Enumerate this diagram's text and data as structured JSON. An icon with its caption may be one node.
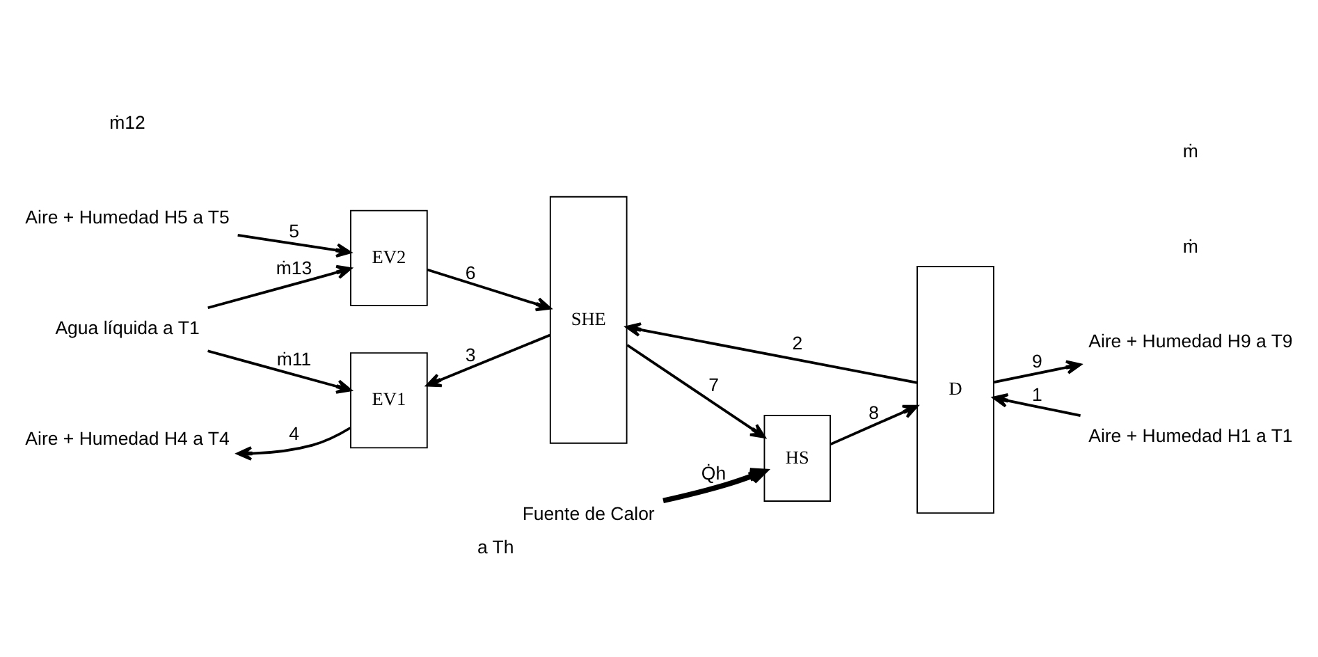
{
  "diagram": {
    "nodes": [
      {
        "text": [
          "Aire + Humedad H5 a T5"
        ]
      },
      {
        "text": [
          "EV2"
        ]
      },
      {
        "text": [
          "SHE"
        ]
      },
      {
        "text": [
          "HS"
        ]
      },
      {
        "text": [
          "D"
        ]
      },
      {
        "text": [
          "Aire + Humedad H9 a T9"
        ]
      },
      {
        "text": [
          "Aire + Humedad H1 a T1"
        ]
      },
      {
        "text": [
          "EV1"
        ]
      },
      {
        "text": [
          "Aire + Humedad H4 a T4"
        ]
      },
      {
        "text": [
          "Agua líquida a T1"
        ]
      },
      {
        "text": [
          "Fuente de Calor"
        ],
        "beside": [
          "a Th"
        ]
      }
    ],
    "edges": [
      {
        "from": 0,
        "to": 1,
        "arrow": "to",
        "label": "5"
      },
      {
        "from": 9,
        "to": 1,
        "arrow": "to",
        "label": "ṁ13"
      },
      {
        "from": 1,
        "to": 2,
        "arrow": "to",
        "label": "6"
      },
      {
        "from": 9,
        "to": 7,
        "arrow": "to",
        "label": "ṁ11"
      },
      {
        "from": 2,
        "to": 3,
        "arrow": "to",
        "label": "7"
      },
      {
        "from": 10,
        "to": 3,
        "arrow": "to",
        "label": "Q̇h",
        "style": "thick"
      },
      {
        "from": 3,
        "to": 4,
        "arrow": "to",
        "label": "8"
      },
      {
        "from": 4,
        "to": 5,
        "arrow": "to",
        "label": "9"
      },
      {
        "from": 6,
        "to": 4,
        "arrow": "to",
        "label": "1"
      },
      {
        "from": 4,
        "to": 2,
        "arrow": "to",
        "label": "2"
      },
      {
        "from": 2,
        "to": 7,
        "arrow": "to",
        "label": "3"
      },
      {
        "from": 7,
        "to": 8,
        "arrow": "to",
        "label": "4"
      }
    ],
    "labels": [
      "ṁ12",
      "ṁ",
      "ṁ"
    ]
  }
}
